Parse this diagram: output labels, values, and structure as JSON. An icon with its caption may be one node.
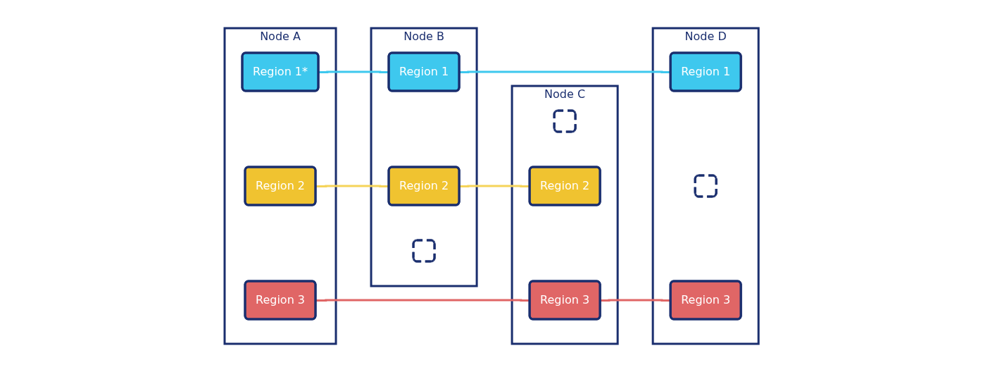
{
  "diagram": {
    "nodes": [
      {
        "text": [
          "Node A"
        ]
      },
      {
        "text": [
          "Region 1*"
        ],
        "in": 0
      },
      {
        "text": [
          "Region 2"
        ],
        "in": 0
      },
      {
        "text": [
          "Region 3"
        ],
        "in": 0
      },
      {
        "text": [
          "Node B"
        ]
      },
      {
        "text": [
          "Region 1"
        ],
        "in": 4
      },
      {
        "text": [
          "Region 2"
        ],
        "in": 4
      },
      {
        "text": [],
        "shape": "box",
        "in": 4
      },
      {
        "text": [
          "Node C"
        ]
      },
      {
        "text": [],
        "shape": "box",
        "in": 8
      },
      {
        "text": [
          "Region 2"
        ],
        "in": 8
      },
      {
        "text": [
          "Region 3"
        ],
        "in": 8
      },
      {
        "text": [
          "Node D"
        ]
      },
      {
        "text": [
          "Region 1"
        ],
        "in": 12
      },
      {
        "text": [],
        "shape": "box",
        "in": 12
      },
      {
        "text": [
          "Region 3"
        ],
        "in": 12
      }
    ],
    "edges": [
      {
        "from": 1,
        "to": 5,
        "arrow": "none",
        "color": "#3ec8ee"
      },
      {
        "from": 5,
        "to": 13,
        "arrow": "none",
        "color": "#3ec8ee"
      },
      {
        "from": 2,
        "to": 6,
        "arrow": "none",
        "color": "#f5d45a"
      },
      {
        "from": 6,
        "to": 10,
        "arrow": "none",
        "color": "#f5d45a"
      },
      {
        "from": 3,
        "to": 11,
        "arrow": "none",
        "color": "#e06666"
      },
      {
        "from": 11,
        "to": 15,
        "arrow": "none",
        "color": "#e06666"
      }
    ]
  }
}
